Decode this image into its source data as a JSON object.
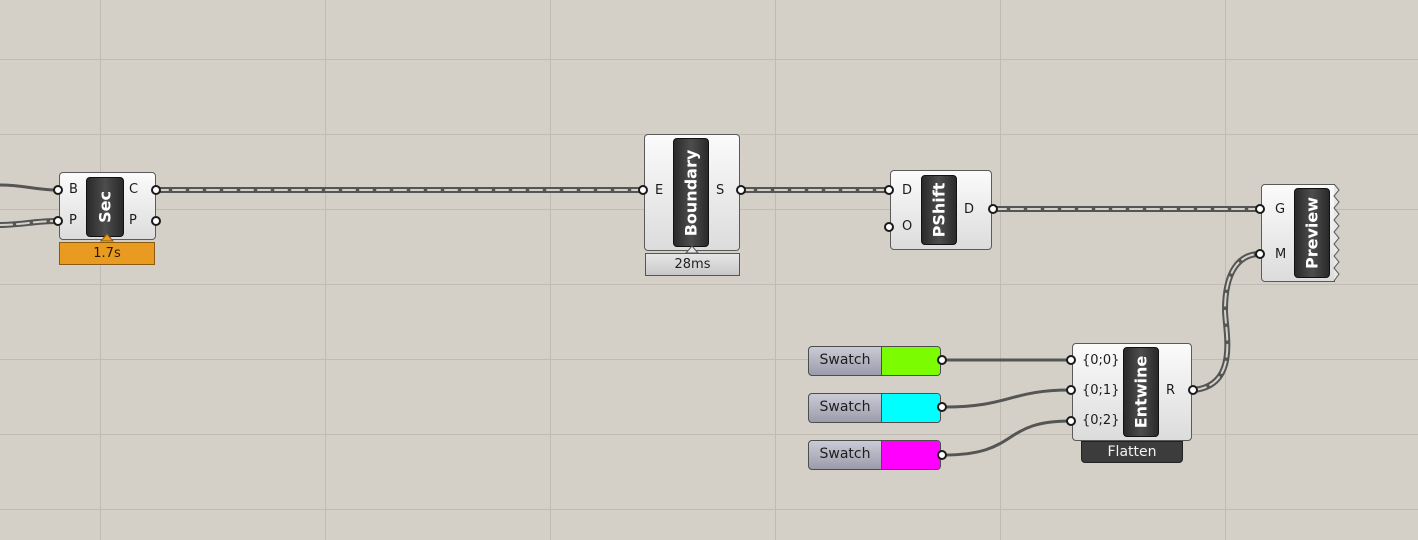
{
  "canvas": {
    "background": "#d4d0c8"
  },
  "components": {
    "sec": {
      "name": "Sec",
      "inputs": [
        "B",
        "P"
      ],
      "outputs": [
        "C",
        "P"
      ],
      "timing": "1.7s"
    },
    "boundary": {
      "name": "Boundary",
      "inputs": [
        "E"
      ],
      "outputs": [
        "S"
      ],
      "timing": "28ms"
    },
    "pshift": {
      "name": "PShift",
      "inputs": [
        "D",
        "O"
      ],
      "outputs": [
        "D"
      ]
    },
    "preview": {
      "name": "Preview",
      "inputs": [
        "G",
        "M"
      ]
    },
    "entwine": {
      "name": "Entwine",
      "inputs": [
        "{0;0}",
        "{0;1}",
        "{0;2}"
      ],
      "outputs": [
        "R"
      ],
      "option": "Flatten"
    }
  },
  "swatches": [
    {
      "label": "Swatch",
      "color": "#7cfc00"
    },
    {
      "label": "Swatch",
      "color": "#00ffff"
    },
    {
      "label": "Swatch",
      "color": "#ff00ff"
    }
  ],
  "colors": {
    "timing_warning": "#e89a21",
    "timing_normal": "#d4d4d4",
    "wire": "#4a4a4a"
  }
}
